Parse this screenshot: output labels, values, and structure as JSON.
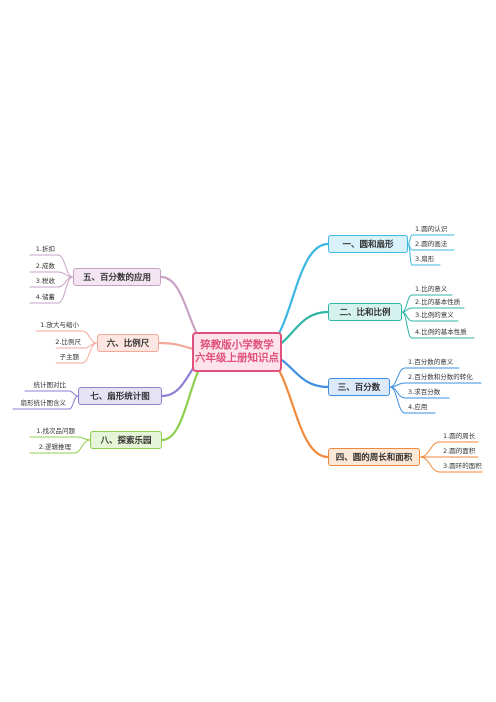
{
  "title": [
    "猝教版小学数学",
    "六年级上册知识点"
  ],
  "branches": [
    {
      "label": "一、圆和扇形",
      "color": "#3ab7e2",
      "fill": "#d9f1fb",
      "children": [
        "1.圆的认识",
        "2.圆的画法",
        "3.扇形"
      ]
    },
    {
      "label": "二、比和比例",
      "color": "#2fb5a4",
      "fill": "#d6f2ee",
      "children": [
        "1.比的意义",
        "2.比的基本性质",
        "3.比例的意义",
        "4.比例的基本性质"
      ]
    },
    {
      "label": "三、百分数",
      "color": "#3d8fe0",
      "fill": "#dce9fa",
      "children": [
        "1.百分数的意义",
        "2.百分数和分数的转化",
        "3.求百分数",
        "4.应用"
      ]
    },
    {
      "label": "四、圆的周长和面积",
      "color": "#f08a3c",
      "fill": "#fde7d6",
      "children": [
        "1.圆的周长",
        "2.圆的面积",
        "3.圆环的面积"
      ]
    },
    {
      "label": "五、百分数的应用",
      "color": "#c7a2c4",
      "fill": "#f3e6f2",
      "children": [
        "1.折扣",
        "2.成数",
        "3.税收",
        "4.储蓄"
      ]
    },
    {
      "label": "六、比例尺",
      "color": "#f2a99a",
      "fill": "#fde6e1",
      "children": [
        "1.放大与缩小",
        "2.比例尺",
        "子主题"
      ]
    },
    {
      "label": "七、扇形统计图",
      "color": "#8d7fd3",
      "fill": "#e7e3f7",
      "children": [
        "统计图对比",
        "扇形统计图含义"
      ]
    },
    {
      "label": "八、探索乐园",
      "color": "#8fcf4f",
      "fill": "#e6f5d8",
      "children": [
        "1.找次品问题",
        "2.逻辑推理"
      ]
    }
  ]
}
